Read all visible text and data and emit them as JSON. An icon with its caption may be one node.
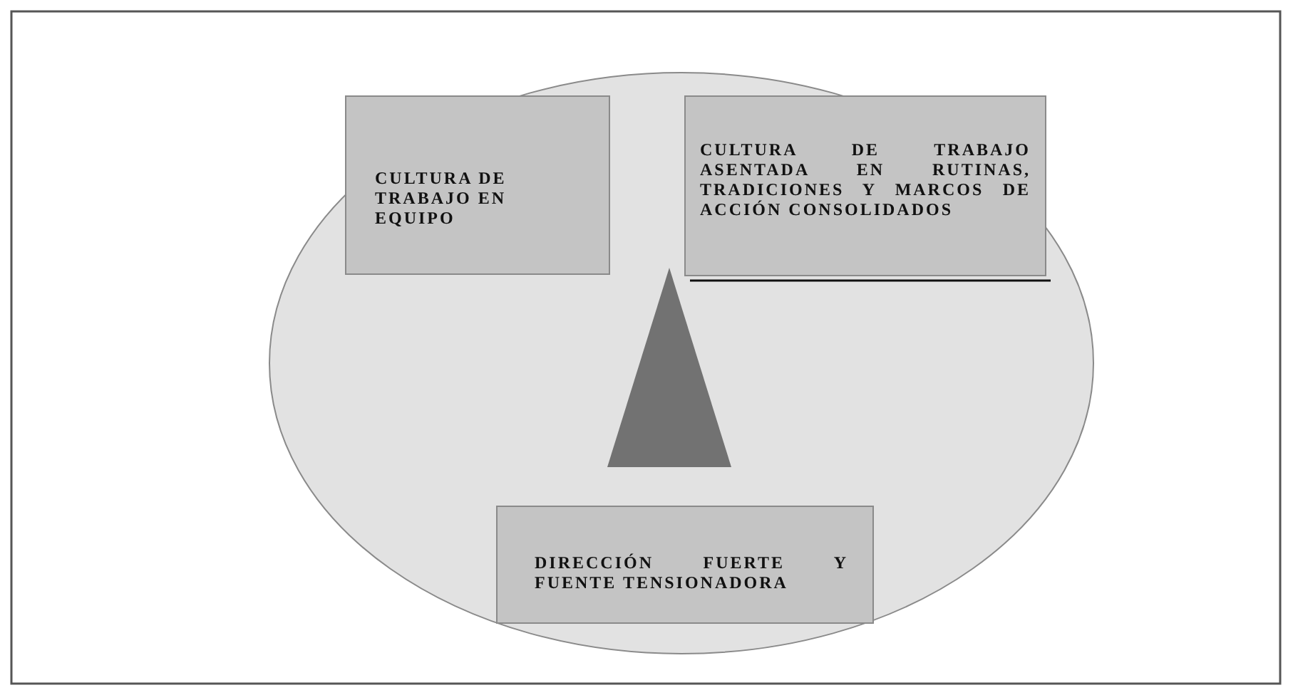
{
  "diagram": {
    "nodes": [
      {
        "text": [],
        "shape": "ellipse"
      },
      {
        "text": [
          "CULTURA DE TRABAJO EN EQUIPO"
        ],
        "in": 0
      },
      {
        "text": [
          "CULTURA DE TRABAJO ASENTADA EN RUTINAS, TRADICIONES Y MARCOS DE ACCIÓN CONSOLIDADOS"
        ],
        "in": 0
      },
      {
        "text": [],
        "shape": "triangle",
        "in": 0
      },
      {
        "text": [
          "DIRECCIÓN FUERTE Y FUENTE TENSIONADORA"
        ],
        "in": 0
      }
    ]
  }
}
